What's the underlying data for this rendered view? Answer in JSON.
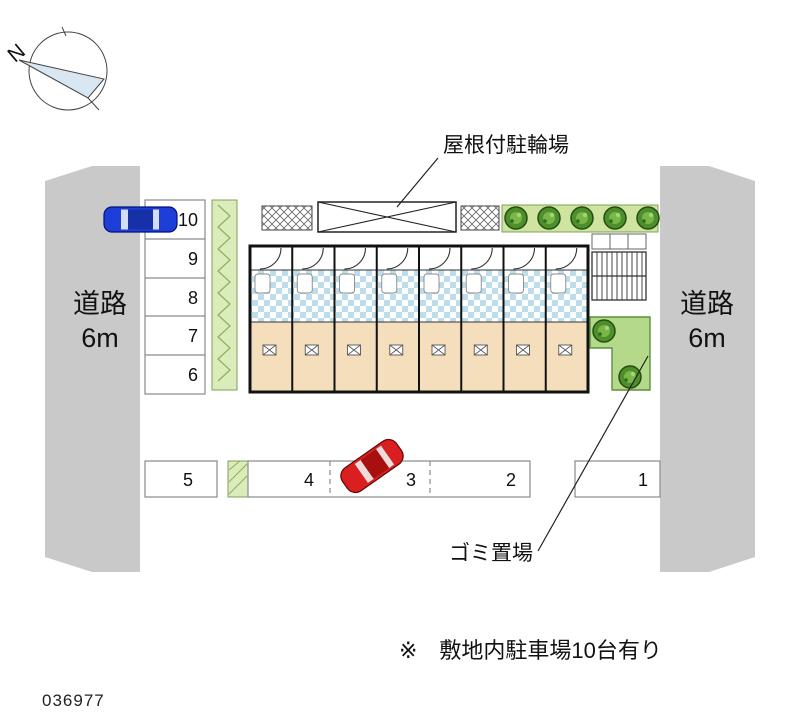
{
  "compass": {
    "label": "N"
  },
  "roads": {
    "left": {
      "name": "道路",
      "width": "6m"
    },
    "right": {
      "name": "道路",
      "width": "6m"
    }
  },
  "parking": {
    "left_column": [
      "10",
      "9",
      "8",
      "7",
      "6"
    ],
    "bottom_row": [
      "5",
      "4",
      "3",
      "2",
      "1"
    ]
  },
  "annotations": {
    "covered_bicycle_parking": "屋根付駐輪場",
    "garbage_area": "ゴミ置場",
    "site_note": "※　敷地内駐車場10台有り"
  },
  "plan_number": "036977",
  "colors": {
    "road_gray": "#c9c9c9",
    "hedge_green": "#d9ecba",
    "lawn_green": "#cfe49f",
    "tree_dark": "#234d12",
    "tree_mid": "#4e8f2b",
    "tile_blue": "#bcdde9",
    "floor_tan": "#f4debb",
    "car_blue": "#1e3ed8",
    "car_red": "#d91f1f"
  }
}
